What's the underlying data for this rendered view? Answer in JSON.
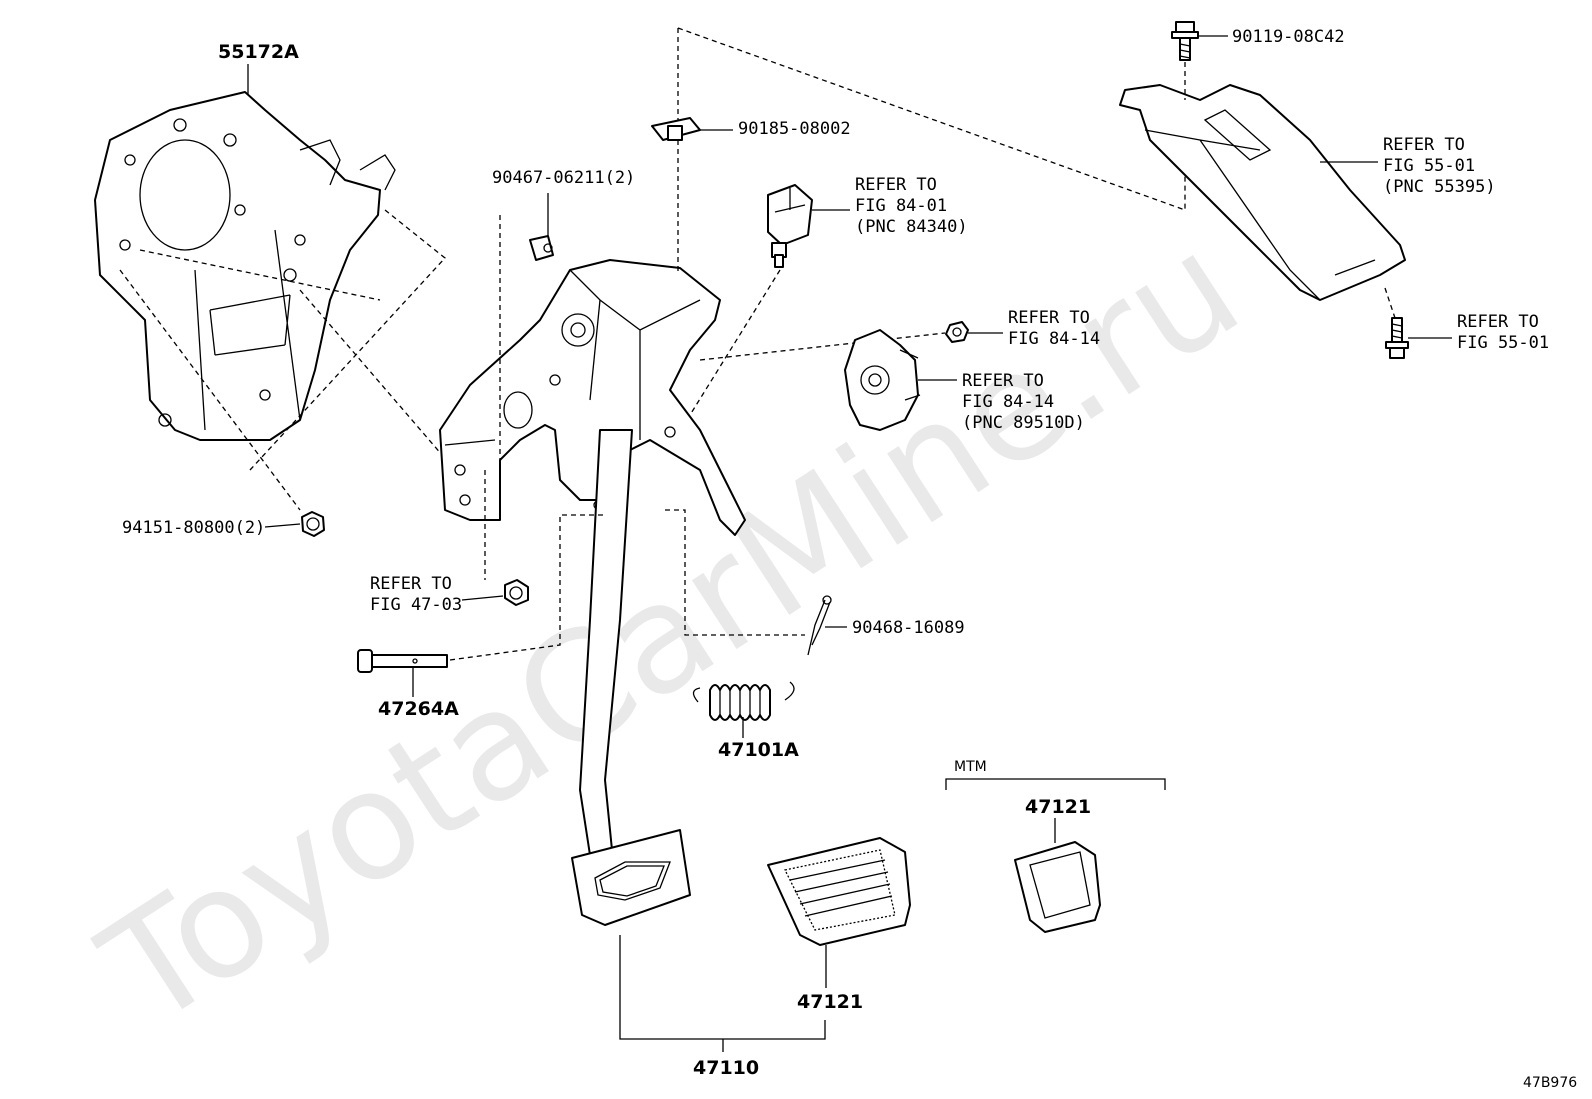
{
  "watermark": "ToyotaCarMine.ru",
  "figure_code": "47B976",
  "labels": {
    "l55172a": "55172A",
    "l90119": "90119-08C42",
    "l90185": "90185-08002",
    "l90467": "90467-06211(2)",
    "ref_84_01_a": "REFER TO",
    "ref_84_01_b": "FIG 84-01",
    "ref_84_01_c": "(PNC 84340)",
    "ref_55_01_a": "REFER TO",
    "ref_55_01_b": "FIG 55-01",
    "ref_55_01_c": "(PNC 55395)",
    "ref_55_01_d": "REFER TO",
    "ref_55_01_e": "FIG 55-01",
    "ref_84_14_a": "REFER TO",
    "ref_84_14_b": "FIG 84-14",
    "ref_84_14_c": "REFER TO",
    "ref_84_14_d": "FIG 84-14",
    "ref_84_14_e": "(PNC 89510D)",
    "l94151": "94151-80800(2)",
    "ref_47_03_a": "REFER TO",
    "ref_47_03_b": "FIG 47-03",
    "l90468": "90468-16089",
    "l47264a": "47264A",
    "l47101a": "47101A",
    "mtm": "MTM",
    "l47121_mtm": "47121",
    "l47121": "47121",
    "l47110": "47110"
  }
}
